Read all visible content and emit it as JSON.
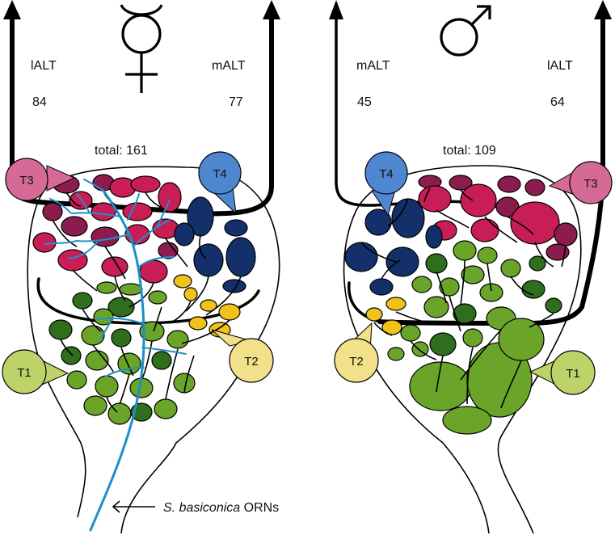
{
  "colors": {
    "T1_light": "#6aa52a",
    "T1_dark": "#2f6e1c",
    "T1_callout": "#bdd36a",
    "T2": "#f0c21a",
    "T2_callout": "#f3e08a",
    "T3": "#c81d55",
    "T3_dark": "#8c1c4e",
    "T3_callout": "#d66a97",
    "T4": "#14306b",
    "T4_callout": "#4f86d0",
    "orn": "#1e8fc8"
  },
  "female": {
    "symbol_name": "hermaphrodite-symbol",
    "tract_left": {
      "label": "lALT",
      "count": "84"
    },
    "tract_right": {
      "label": "mALT",
      "count": "77"
    },
    "total": "total: 161",
    "callouts": {
      "t1": "T1",
      "t2": "T2",
      "t3": "T3",
      "t4": "T4"
    }
  },
  "male": {
    "symbol_name": "male-symbol",
    "tract_left": {
      "label": "mALT",
      "count": "45"
    },
    "tract_right": {
      "label": "lALT",
      "count": "64"
    },
    "total": "total: 109",
    "callouts": {
      "t1": "T1",
      "t2": "T2",
      "t3": "T3",
      "t4": "T4"
    }
  },
  "orn_label": {
    "italic": "S. basiconica",
    "rest": " ORNs"
  }
}
